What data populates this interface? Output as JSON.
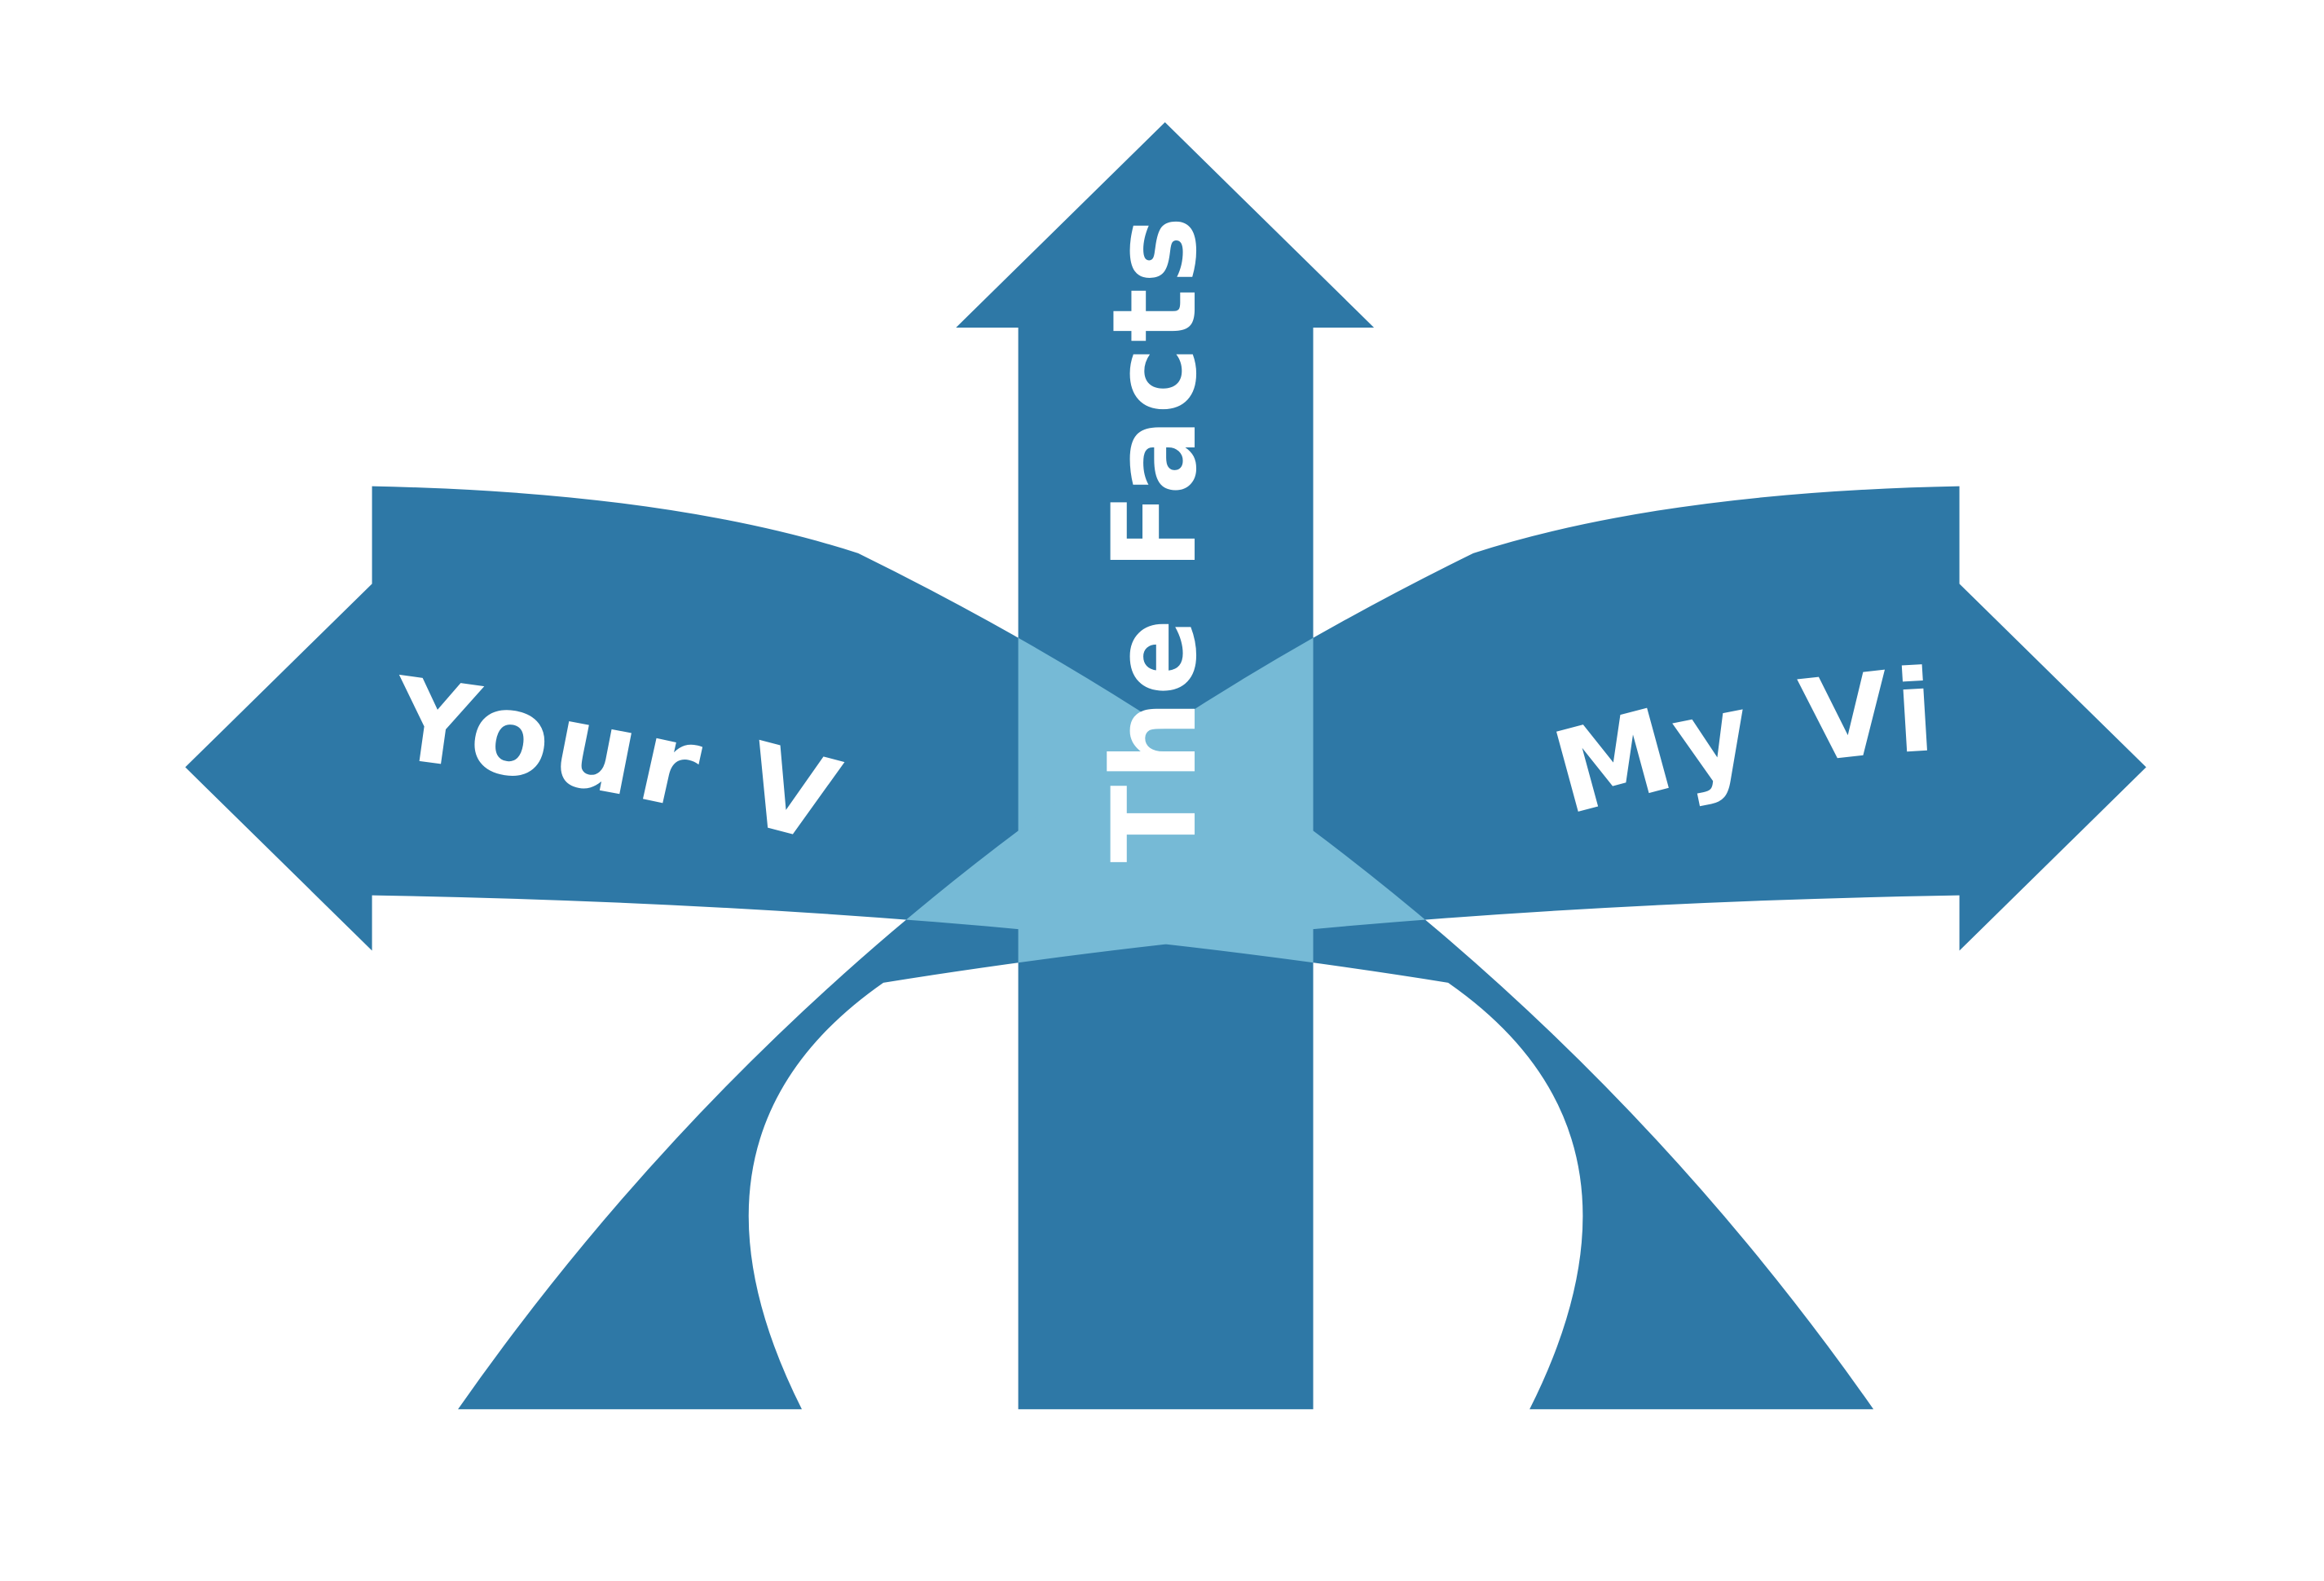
{
  "diagram": {
    "labels": {
      "left": "Your View",
      "center": "The Facts",
      "right": "My View"
    },
    "colors": {
      "arrow": "#2E78A6",
      "overlap": "#76BAD6",
      "text": "#FFFFFF",
      "background": "#FFFFFF"
    }
  }
}
